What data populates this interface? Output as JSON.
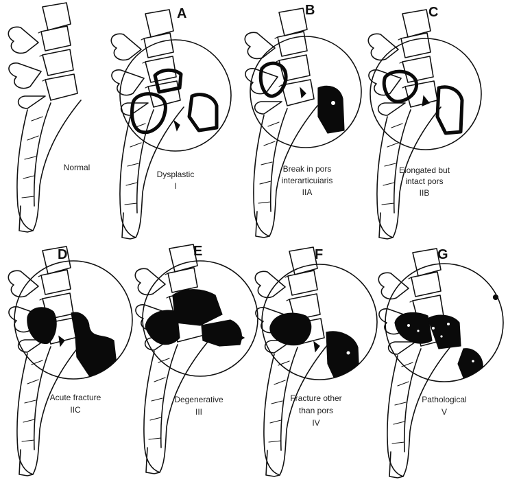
{
  "panels": [
    {
      "id": "normal",
      "letter": "",
      "caption": [
        "Normal"
      ]
    },
    {
      "id": "a",
      "letter": "A",
      "caption": [
        "Dysplastic",
        "I"
      ]
    },
    {
      "id": "b",
      "letter": "B",
      "caption": [
        "Break in pors",
        "interarticuiaris",
        "IIA"
      ]
    },
    {
      "id": "c",
      "letter": "C",
      "caption": [
        "Elongated but",
        "intact pors",
        "IIB"
      ]
    },
    {
      "id": "d",
      "letter": "D",
      "caption": [
        "Acute fracture",
        "IIC"
      ]
    },
    {
      "id": "e",
      "letter": "E",
      "caption": [
        "Degenerative",
        "III"
      ]
    },
    {
      "id": "f",
      "letter": "F",
      "caption": [
        "Fracture other",
        "than pors",
        "IV"
      ]
    },
    {
      "id": "g",
      "letter": "G",
      "caption": [
        "Pathological",
        "V"
      ]
    }
  ]
}
